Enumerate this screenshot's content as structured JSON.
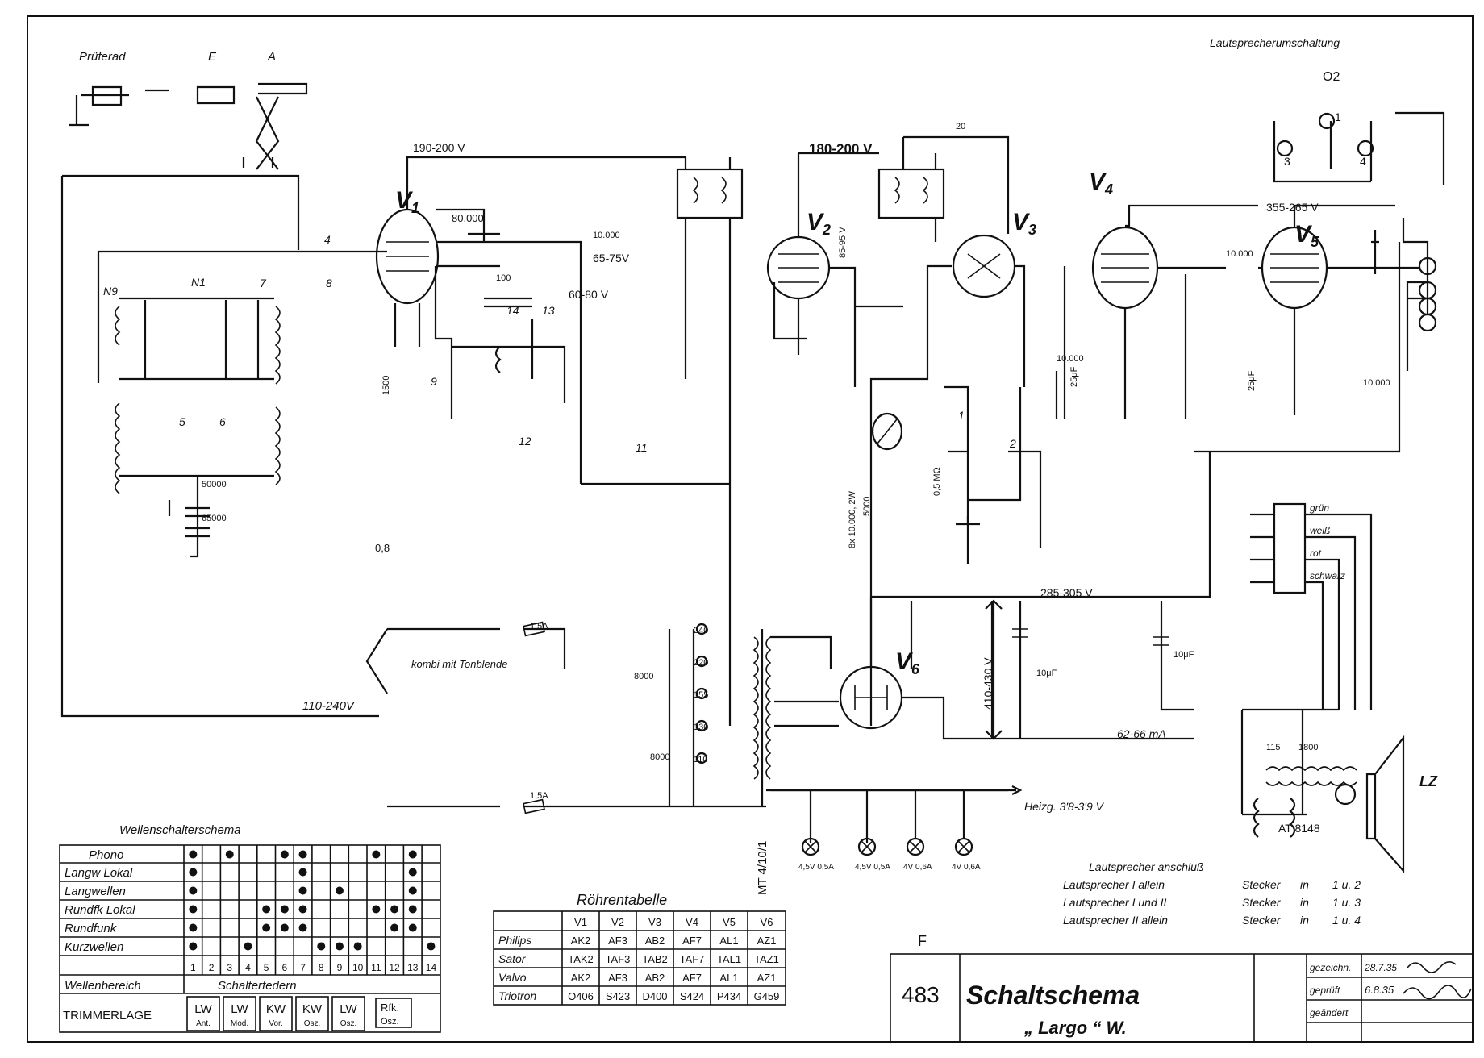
{
  "connector_labels": {
    "pruferad": "Prüferad",
    "e": "E",
    "a": "A",
    "speaker_switching": "Lautsprecherumschaltung",
    "o2": "O2",
    "p1": "1",
    "p3": "3",
    "p4": "4",
    "lz": "LZ"
  },
  "tubes": {
    "v1": "V",
    "v1_sub": "1",
    "v2": "V",
    "v2_sub": "2",
    "v3": "V",
    "v3_sub": "3",
    "v4": "V",
    "v4_sub": "4",
    "v5": "V",
    "v5_sub": "5",
    "v6": "V",
    "v6_sub": "6"
  },
  "voltages": {
    "v190": "190-200 V",
    "v180": "180-200 V",
    "v65": "65-75V",
    "v60": "60-80 V",
    "v85": "85-95 V",
    "v355": "355-265 V",
    "v285": "285-305 V",
    "v410": "410-430 V",
    "mains": "110-240V",
    "heizung": "Heizg. 3'8-3'9 V",
    "ma": "62-66 mA"
  },
  "components": {
    "c80000": "80.000",
    "c10000a": "10.000",
    "c10000b": "10.000",
    "c10000c": "10.000",
    "c10000d": "10.000",
    "c100": "100",
    "c20": "20",
    "c50000": "50000",
    "c65000": "65000",
    "r08a": "0,8",
    "r1500": "1500",
    "r5000": "5000",
    "r_2w_5000": "8x 10.000, 2W",
    "c1_8000": "8000",
    "c2_8000": "8000",
    "c10uf_a": "10μF",
    "c10uf_b": "10μF",
    "c25uf_a": "25μF",
    "c25uf_b": "25μF",
    "r05mo": "0,5 MΩ",
    "fuse_a": "1,5A",
    "fuse_b": "1,5A",
    "kombi": "kombi mit Tonblende",
    "tr_110": "110",
    "tr_130": "130",
    "tr_155": "155",
    "tr_220": "220",
    "tr_240": "240",
    "mt": "MT 4/10/1",
    "at": "AT 8148",
    "at_115": "115",
    "at_1800": "1800"
  },
  "lamps": [
    "4,5V 0,5A",
    "4,5V 0,5A",
    "4V 0,6A",
    "4V 0,6A"
  ],
  "switch_nums": [
    "1",
    "2",
    "4",
    "5",
    "6",
    "7",
    "8",
    "9",
    "11",
    "12",
    "13",
    "14"
  ],
  "coils": {
    "n9": "N9",
    "n1": "N1"
  },
  "plug": {
    "gruen": "grün",
    "weiss": "weiß",
    "rot": "rot",
    "schwarz": "schwarz"
  },
  "speaker_conn": {
    "title": "Lautsprecher anschluß",
    "rows": [
      [
        "Lautsprecher I allein",
        "Stecker",
        "in",
        "1 u. 2"
      ],
      [
        "Lautsprecher I und II",
        "Stecker",
        "in",
        "1 u. 3"
      ],
      [
        "Lautsprecher II allein",
        "Stecker",
        "in",
        "1 u. 4"
      ]
    ]
  },
  "wave": {
    "title": "Wellenschalterschema",
    "rows": [
      "Phono",
      "Langw Lokal",
      "Langwellen",
      "Rundfk Lokal",
      "Rundfunk",
      "Kurzwellen"
    ],
    "dots": [
      [
        1,
        3,
        6,
        7,
        11,
        13
      ],
      [
        1,
        7,
        13
      ],
      [
        1,
        7,
        9,
        13
      ],
      [
        1,
        5,
        6,
        7,
        11,
        12,
        13
      ],
      [
        1,
        5,
        6,
        7,
        12,
        13
      ],
      [
        1,
        4,
        8,
        9,
        10,
        14
      ]
    ],
    "numbers": [
      "1",
      "2",
      "3",
      "4",
      "5",
      "6",
      "7",
      "8",
      "9",
      "10",
      "11",
      "12",
      "13",
      "14"
    ],
    "range_label": "Wellenbereich",
    "springs": "Schalterfedern",
    "trim_label": "TRIMMERLAGE",
    "trim": [
      [
        "LW",
        "Ant."
      ],
      [
        "LW",
        "Mod."
      ],
      [
        "KW",
        "Vor."
      ],
      [
        "KW",
        "Osz."
      ],
      [
        "LW",
        "Osz."
      ]
    ],
    "rfk": [
      "Rfk.",
      "Osz."
    ]
  },
  "tube_table": {
    "title": "Röhrentabelle",
    "headers": [
      "V1",
      "V2",
      "V3",
      "V4",
      "V5",
      "V6"
    ],
    "rows": [
      [
        "Philips",
        "AK2",
        "AF3",
        "AB2",
        "AF7",
        "AL1",
        "AZ1"
      ],
      [
        "Sator",
        "TAK2",
        "TAF3",
        "TAB2",
        "TAF7",
        "TAL1",
        "TAZ1"
      ],
      [
        "Valvo",
        "AK2",
        "AF3",
        "AB2",
        "AF7",
        "AL1",
        "AZ1"
      ],
      [
        "Triotron",
        "O406",
        "S423",
        "D400",
        "S424",
        "P434",
        "G459"
      ]
    ]
  },
  "title_block": {
    "f": "F",
    "number": "483",
    "title": "Schaltschema",
    "subtitle": "„ Largo “ W.",
    "gezeichnet": "gezeichn.",
    "gezeichnet_date": "28.7.35",
    "geprueft": "geprüft",
    "geprueft_date": "6.8.35",
    "geaendert": "geändert"
  }
}
